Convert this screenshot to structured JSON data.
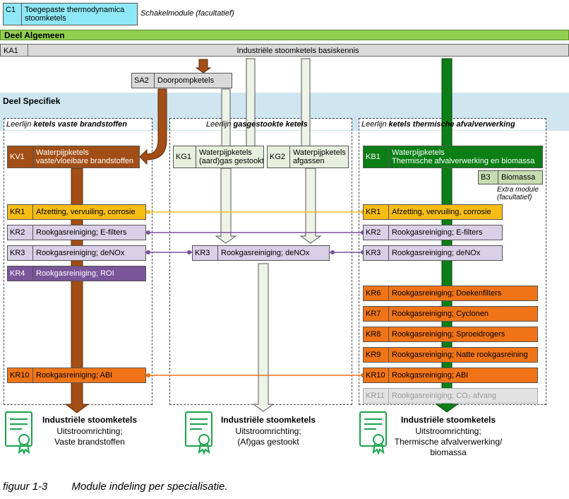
{
  "colors": {
    "brown": "#a24e16",
    "green": "#0b7f16",
    "light_green_fill": "#e7efdf",
    "orange": "#f07417",
    "yellow": "#f7bd14",
    "lilac": "#d8d0e6",
    "purple": "#7a559a",
    "cyan": "#8fe8f8",
    "bar_green": "#92d050",
    "specific_blue": "#cfe6f1",
    "grey": "#d9d9d9",
    "line_purple": "#7f4fa0",
    "line_yellow": "#f7bd14",
    "line_orange": "#f07417"
  },
  "legend": {
    "code": "C1",
    "label_line1": "Toegepaste thermodynamica",
    "label_line2": "stoomketels",
    "note": "Schakelmodule (facultatief)"
  },
  "general": {
    "bar_title": "Deel Algemeen",
    "ka_code": "KA1",
    "ka_label": "Industriële stoomketels basiskennis",
    "sa_code": "SA2",
    "sa_label": "Doorpompketels"
  },
  "specific": {
    "title": "Deel Specifiek"
  },
  "lanes": {
    "solid": {
      "title_prefix": "Leerlijn ",
      "title_bold": "ketels vaste brandstoffen",
      "head_code": "KV1",
      "head_line1": "Waterpijpketels",
      "head_line2": "vaste/vloeibare brandstoffen",
      "modules": [
        {
          "code": "KR1",
          "label": "Afzetting, vervuiling, corrosie"
        },
        {
          "code": "KR2",
          "label": "Rookgasreiniging; E-filters"
        },
        {
          "code": "KR3",
          "label": "Rookgasreiniging; deNOx"
        },
        {
          "code": "KR4",
          "label": "Rookgasreiniging; ROI"
        },
        {
          "code": "KR10",
          "label": "Rookgasreiniging; ABI"
        }
      ],
      "cert_title": "Industriële stoomketels",
      "cert_line1": "Uitstroomrichting;",
      "cert_line2": "Vaste brandstoffen"
    },
    "gas": {
      "title_prefix": "Leerlijn ",
      "title_bold": "gasgestookte ketels",
      "kg1_code": "KG1",
      "kg1_line1": "Waterpijpketels",
      "kg1_line2": "(aard)gas gestookt",
      "kg2_code": "KG2",
      "kg2_line1": "Waterpijpketels",
      "kg2_line2": "afgassen",
      "modules": [
        {
          "code": "KR3",
          "label": "Rookgasreiniging; deNOx"
        }
      ],
      "cert_title": "Industriële stoomketels",
      "cert_line1": "Uitstroomrichting;",
      "cert_line2": "(Af)gas gestookt"
    },
    "waste": {
      "title_prefix": "Leerlijn ",
      "title_bold": "ketels thermische afvalverwerking",
      "head_code": "KB1",
      "head_line1": "Waterpijpketels",
      "head_line2": "Thermische afvalverwerking en biomassa",
      "b3_code": "B3",
      "b3_label": "Biomassa",
      "extra_line1": "Extra module",
      "extra_line2": "(facultatief)",
      "modules": [
        {
          "code": "KR1",
          "label": "Afzetting, vervuiling, corrosie"
        },
        {
          "code": "KR2",
          "label": "Rookgasreiniging; E-filters"
        },
        {
          "code": "KR3",
          "label": "Rookgasreiniging; deNOx"
        },
        {
          "code": "KR6",
          "label": "Rookgasreiniging; Doekenfilters"
        },
        {
          "code": "KR7",
          "label": "Rookgasreiniging; Cyclonen"
        },
        {
          "code": "KR8",
          "label": "Rookgasreiniging; Sproeidrogers"
        },
        {
          "code": "KR9",
          "label": "Rookgasreiniging; Natte rookgasreining"
        },
        {
          "code": "KR10",
          "label": "Rookgasreiniging; ABI"
        },
        {
          "code": "KR11",
          "label": "Rookgasreiniging; CO₂ afvang"
        }
      ],
      "cert_title": "Industriële stoomketels",
      "cert_line1": "Uitstroomrichting;",
      "cert_line2": "Thermische afvalverwerking/",
      "cert_line3": "biomassa"
    }
  },
  "caption": {
    "label": "figuur 1-3",
    "text": "Module indeling per specialisatie."
  }
}
